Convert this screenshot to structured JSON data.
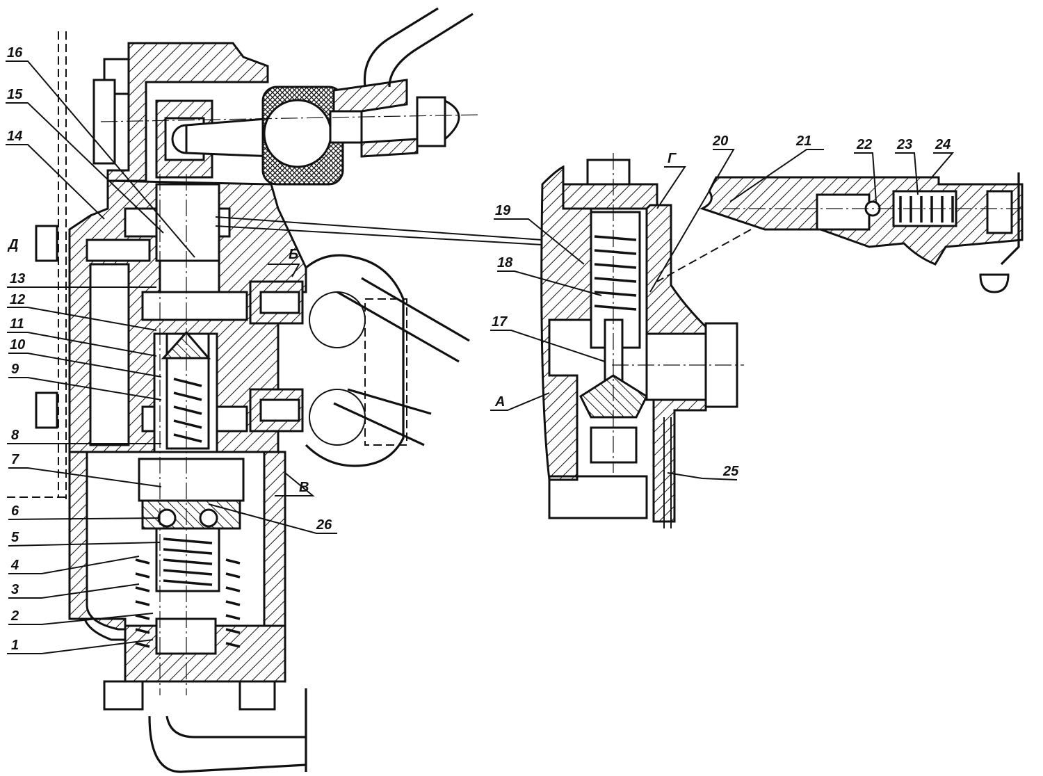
{
  "figure": {
    "type": "mechanical cross-section drawing",
    "views": [
      "main-valve-assembly-section",
      "valve-detail-section",
      "pressure-relief-valve-section"
    ]
  },
  "labels": {
    "part_numbers": {
      "p1": "1",
      "p2": "2",
      "p3": "3",
      "p4": "4",
      "p5": "5",
      "p6": "6",
      "p7": "7",
      "p8": "8",
      "p9": "9",
      "p10": "10",
      "p11": "11",
      "p12": "12",
      "p13": "13",
      "p14": "14",
      "p15": "15",
      "p16": "16",
      "p17": "17",
      "p18": "18",
      "p19": "19",
      "p20": "20",
      "p21": "21",
      "p22": "22",
      "p23": "23",
      "p24": "24",
      "p25": "25",
      "p26": "26"
    },
    "cavities": {
      "A": "А",
      "B": "Б",
      "V": "В",
      "G": "Г",
      "D": "Д"
    }
  },
  "colors": {
    "ink": "#111111",
    "paper": "#ffffff"
  }
}
